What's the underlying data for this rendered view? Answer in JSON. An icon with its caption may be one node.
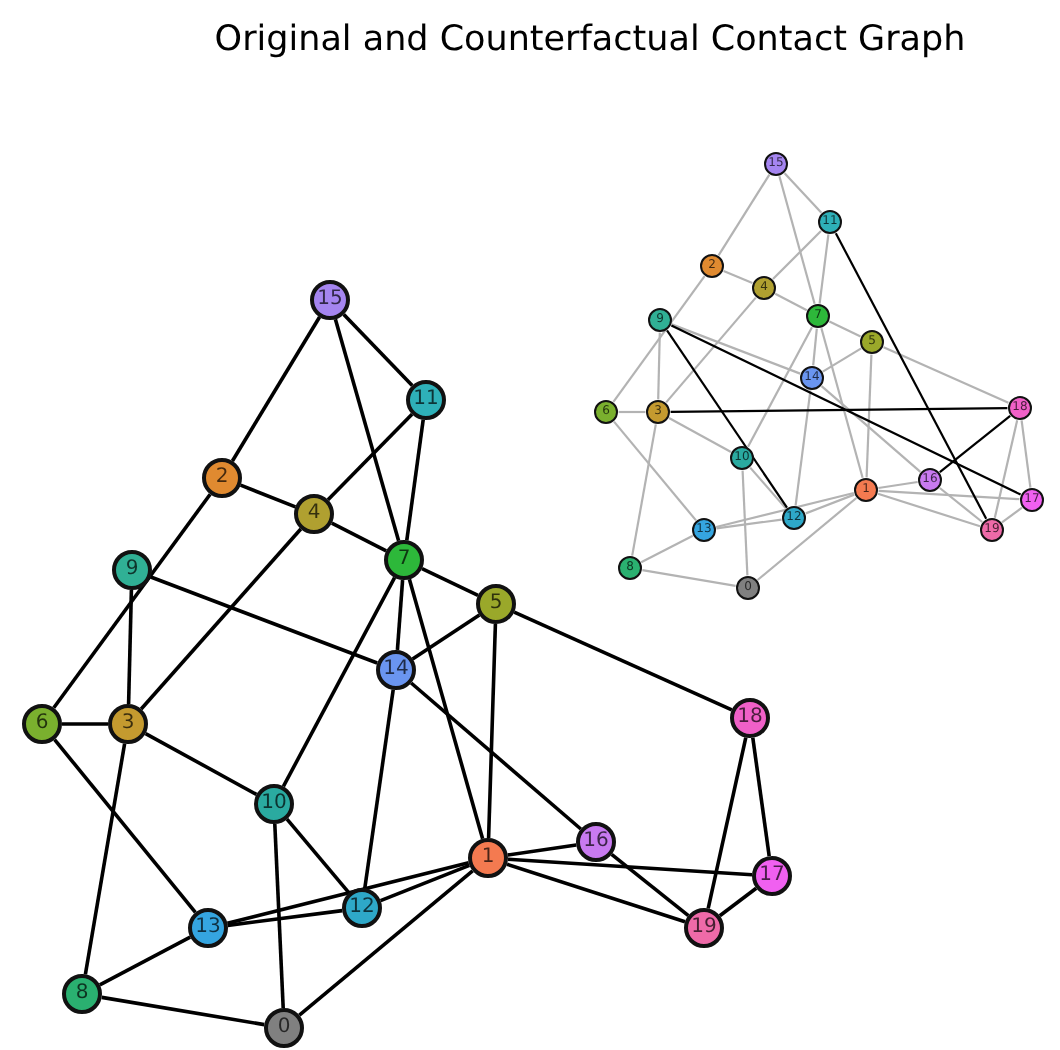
{
  "diagram": {
    "title": "Original and Counterfactual Contact Graph",
    "nodes": [
      {
        "text": [
          "0"
        ]
      },
      {
        "text": [
          "1"
        ]
      },
      {
        "text": [
          "2"
        ]
      },
      {
        "text": [
          "3"
        ]
      },
      {
        "text": [
          "4"
        ]
      },
      {
        "text": [
          "5"
        ]
      },
      {
        "text": [
          "6"
        ]
      },
      {
        "text": [
          "7"
        ]
      },
      {
        "text": [
          "8"
        ]
      },
      {
        "text": [
          "9"
        ]
      },
      {
        "text": [
          "10"
        ]
      },
      {
        "text": [
          "11"
        ]
      },
      {
        "text": [
          "12"
        ]
      },
      {
        "text": [
          "13"
        ]
      },
      {
        "text": [
          "14"
        ]
      },
      {
        "text": [
          "15"
        ]
      },
      {
        "text": [
          "16"
        ]
      },
      {
        "text": [
          "17"
        ]
      },
      {
        "text": [
          "18"
        ]
      },
      {
        "text": [
          "19"
        ]
      },
      {
        "text": [
          "0"
        ]
      },
      {
        "text": [
          "1"
        ]
      },
      {
        "text": [
          "2"
        ]
      },
      {
        "text": [
          "3"
        ]
      },
      {
        "text": [
          "4"
        ]
      },
      {
        "text": [
          "5"
        ]
      },
      {
        "text": [
          "6"
        ]
      },
      {
        "text": [
          "7"
        ]
      },
      {
        "text": [
          "8"
        ]
      },
      {
        "text": [
          "9"
        ]
      },
      {
        "text": [
          "10"
        ]
      },
      {
        "text": [
          "11"
        ]
      },
      {
        "text": [
          "12"
        ]
      },
      {
        "text": [
          "13"
        ]
      },
      {
        "text": [
          "14"
        ]
      },
      {
        "text": [
          "15"
        ]
      },
      {
        "text": [
          "16"
        ]
      },
      {
        "text": [
          "17"
        ]
      },
      {
        "text": [
          "18"
        ]
      },
      {
        "text": [
          "19"
        ]
      }
    ],
    "edges": [
      {
        "from": 15,
        "to": 2,
        "arrow": "none"
      },
      {
        "from": 15,
        "to": 11,
        "arrow": "none"
      },
      {
        "from": 15,
        "to": 7,
        "arrow": "none"
      },
      {
        "from": 11,
        "to": 4,
        "arrow": "none"
      },
      {
        "from": 11,
        "to": 7,
        "arrow": "none"
      },
      {
        "from": 2,
        "to": 4,
        "arrow": "none"
      },
      {
        "from": 2,
        "to": 6,
        "arrow": "none"
      },
      {
        "from": 4,
        "to": 7,
        "arrow": "none"
      },
      {
        "from": 4,
        "to": 3,
        "arrow": "none"
      },
      {
        "from": 9,
        "to": 3,
        "arrow": "none"
      },
      {
        "from": 9,
        "to": 14,
        "arrow": "none"
      },
      {
        "from": 7,
        "to": 5,
        "arrow": "none"
      },
      {
        "from": 7,
        "to": 14,
        "arrow": "none"
      },
      {
        "from": 7,
        "to": 10,
        "arrow": "none"
      },
      {
        "from": 7,
        "to": 1,
        "arrow": "none"
      },
      {
        "from": 5,
        "to": 14,
        "arrow": "none"
      },
      {
        "from": 5,
        "to": 1,
        "arrow": "none"
      },
      {
        "from": 5,
        "to": 18,
        "arrow": "none"
      },
      {
        "from": 6,
        "to": 3,
        "arrow": "none"
      },
      {
        "from": 6,
        "to": 13,
        "arrow": "none"
      },
      {
        "from": 3,
        "to": 10,
        "arrow": "none"
      },
      {
        "from": 3,
        "to": 8,
        "arrow": "none"
      },
      {
        "from": 10,
        "to": 0,
        "arrow": "none"
      },
      {
        "from": 10,
        "to": 12,
        "arrow": "none"
      },
      {
        "from": 14,
        "to": 12,
        "arrow": "none"
      },
      {
        "from": 14,
        "to": 16,
        "arrow": "none"
      },
      {
        "from": 1,
        "to": 16,
        "arrow": "none"
      },
      {
        "from": 1,
        "to": 17,
        "arrow": "none"
      },
      {
        "from": 1,
        "to": 19,
        "arrow": "none"
      },
      {
        "from": 1,
        "to": 12,
        "arrow": "none"
      },
      {
        "from": 13,
        "to": 1,
        "arrow": "none"
      },
      {
        "from": 13,
        "to": 12,
        "arrow": "none"
      },
      {
        "from": 1,
        "to": 0,
        "arrow": "none"
      },
      {
        "from": 13,
        "to": 8,
        "arrow": "none"
      },
      {
        "from": 8,
        "to": 0,
        "arrow": "none"
      },
      {
        "from": 16,
        "to": 19,
        "arrow": "none"
      },
      {
        "from": 18,
        "to": 19,
        "arrow": "none"
      },
      {
        "from": 18,
        "to": 17,
        "arrow": "none"
      },
      {
        "from": 17,
        "to": 19,
        "arrow": "none"
      },
      {
        "from": 35,
        "to": 22,
        "arrow": "none",
        "color": "#b3b3b3"
      },
      {
        "from": 35,
        "to": 31,
        "arrow": "none",
        "color": "#b3b3b3"
      },
      {
        "from": 35,
        "to": 27,
        "arrow": "none",
        "color": "#b3b3b3"
      },
      {
        "from": 31,
        "to": 24,
        "arrow": "none",
        "color": "#b3b3b3"
      },
      {
        "from": 31,
        "to": 27,
        "arrow": "none",
        "color": "#b3b3b3"
      },
      {
        "from": 22,
        "to": 24,
        "arrow": "none",
        "color": "#b3b3b3"
      },
      {
        "from": 22,
        "to": 26,
        "arrow": "none",
        "color": "#b3b3b3"
      },
      {
        "from": 24,
        "to": 27,
        "arrow": "none",
        "color": "#b3b3b3"
      },
      {
        "from": 24,
        "to": 23,
        "arrow": "none",
        "color": "#b3b3b3"
      },
      {
        "from": 29,
        "to": 23,
        "arrow": "none",
        "color": "#b3b3b3"
      },
      {
        "from": 29,
        "to": 34,
        "arrow": "none",
        "color": "#b3b3b3"
      },
      {
        "from": 27,
        "to": 25,
        "arrow": "none",
        "color": "#b3b3b3"
      },
      {
        "from": 27,
        "to": 34,
        "arrow": "none",
        "color": "#b3b3b3"
      },
      {
        "from": 27,
        "to": 30,
        "arrow": "none",
        "color": "#b3b3b3"
      },
      {
        "from": 27,
        "to": 21,
        "arrow": "none",
        "color": "#b3b3b3"
      },
      {
        "from": 25,
        "to": 34,
        "arrow": "none",
        "color": "#b3b3b3"
      },
      {
        "from": 25,
        "to": 21,
        "arrow": "none",
        "color": "#b3b3b3"
      },
      {
        "from": 25,
        "to": 38,
        "arrow": "none",
        "color": "#b3b3b3"
      },
      {
        "from": 26,
        "to": 23,
        "arrow": "none",
        "color": "#b3b3b3"
      },
      {
        "from": 26,
        "to": 33,
        "arrow": "none",
        "color": "#b3b3b3"
      },
      {
        "from": 23,
        "to": 30,
        "arrow": "none",
        "color": "#b3b3b3"
      },
      {
        "from": 23,
        "to": 28,
        "arrow": "none",
        "color": "#b3b3b3"
      },
      {
        "from": 30,
        "to": 20,
        "arrow": "none",
        "color": "#b3b3b3"
      },
      {
        "from": 30,
        "to": 32,
        "arrow": "none",
        "color": "#b3b3b3"
      },
      {
        "from": 34,
        "to": 32,
        "arrow": "none",
        "color": "#b3b3b3"
      },
      {
        "from": 34,
        "to": 36,
        "arrow": "none",
        "color": "#b3b3b3"
      },
      {
        "from": 21,
        "to": 36,
        "arrow": "none",
        "color": "#b3b3b3"
      },
      {
        "from": 21,
        "to": 37,
        "arrow": "none",
        "color": "#b3b3b3"
      },
      {
        "from": 21,
        "to": 39,
        "arrow": "none",
        "color": "#b3b3b3"
      },
      {
        "from": 21,
        "to": 32,
        "arrow": "none",
        "color": "#b3b3b3"
      },
      {
        "from": 33,
        "to": 21,
        "arrow": "none",
        "color": "#b3b3b3"
      },
      {
        "from": 33,
        "to": 32,
        "arrow": "none",
        "color": "#b3b3b3"
      },
      {
        "from": 21,
        "to": 20,
        "arrow": "none",
        "color": "#b3b3b3"
      },
      {
        "from": 33,
        "to": 28,
        "arrow": "none",
        "color": "#b3b3b3"
      },
      {
        "from": 28,
        "to": 20,
        "arrow": "none",
        "color": "#b3b3b3"
      },
      {
        "from": 36,
        "to": 39,
        "arrow": "none",
        "color": "#b3b3b3"
      },
      {
        "from": 38,
        "to": 39,
        "arrow": "none",
        "color": "#b3b3b3"
      },
      {
        "from": 38,
        "to": 37,
        "arrow": "none",
        "color": "#b3b3b3"
      },
      {
        "from": 37,
        "to": 39,
        "arrow": "none",
        "color": "#b3b3b3"
      },
      {
        "from": 29,
        "to": 32,
        "arrow": "none"
      },
      {
        "from": 29,
        "to": 37,
        "arrow": "none"
      },
      {
        "from": 23,
        "to": 38,
        "arrow": "none"
      },
      {
        "from": 31,
        "to": 39,
        "arrow": "none"
      },
      {
        "from": 36,
        "to": 38,
        "arrow": "none"
      }
    ]
  }
}
